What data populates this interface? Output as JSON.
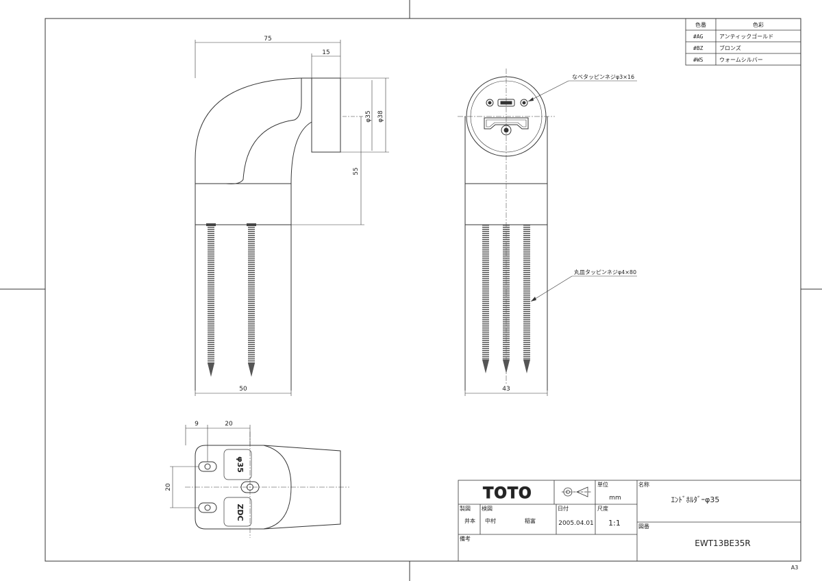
{
  "color_table": {
    "header": {
      "code": "色番",
      "name": "色彩"
    },
    "rows": [
      {
        "code": "#AG",
        "name": "アンティックゴールド"
      },
      {
        "code": "#BZ",
        "name": "ブロンズ"
      },
      {
        "code": "#WS",
        "name": "ウォームシルバー"
      }
    ]
  },
  "dimensions": {
    "overall_width": "75",
    "pipe_length": "15",
    "inner_dia": "φ35",
    "outer_dia": "φ38",
    "height": "55",
    "base_width_side": "50",
    "base_width_front": "43",
    "plan_offset": "9",
    "plan_spacing": "20",
    "plan_vertical": "20"
  },
  "callouts": {
    "small_screw": "なべタッピンネジφ3×16",
    "long_screw": "丸皿タッピンネジφ4×80"
  },
  "plan_marks": {
    "dia_mark": "φ35",
    "material_mark": "ZDC"
  },
  "title_block": {
    "logo": "TOTO",
    "unit_label": "単位",
    "unit_value": "mm",
    "name_label": "名称",
    "name_value": "ｴﾝﾄﾞﾎﾙﾀﾞｰφ35",
    "drawn_label": "製図",
    "drawn_value": "井本",
    "checked_label": "検図",
    "checked_value": "中村",
    "approved_value": "稲富",
    "date_label": "日付",
    "date_value": "2005.04.01",
    "scale_label": "尺度",
    "scale_value": "1:1",
    "drawing_no_label": "図番",
    "drawing_no_value": "EWT13BE35R",
    "remarks_label": "備考"
  },
  "sheet_size": "A3"
}
